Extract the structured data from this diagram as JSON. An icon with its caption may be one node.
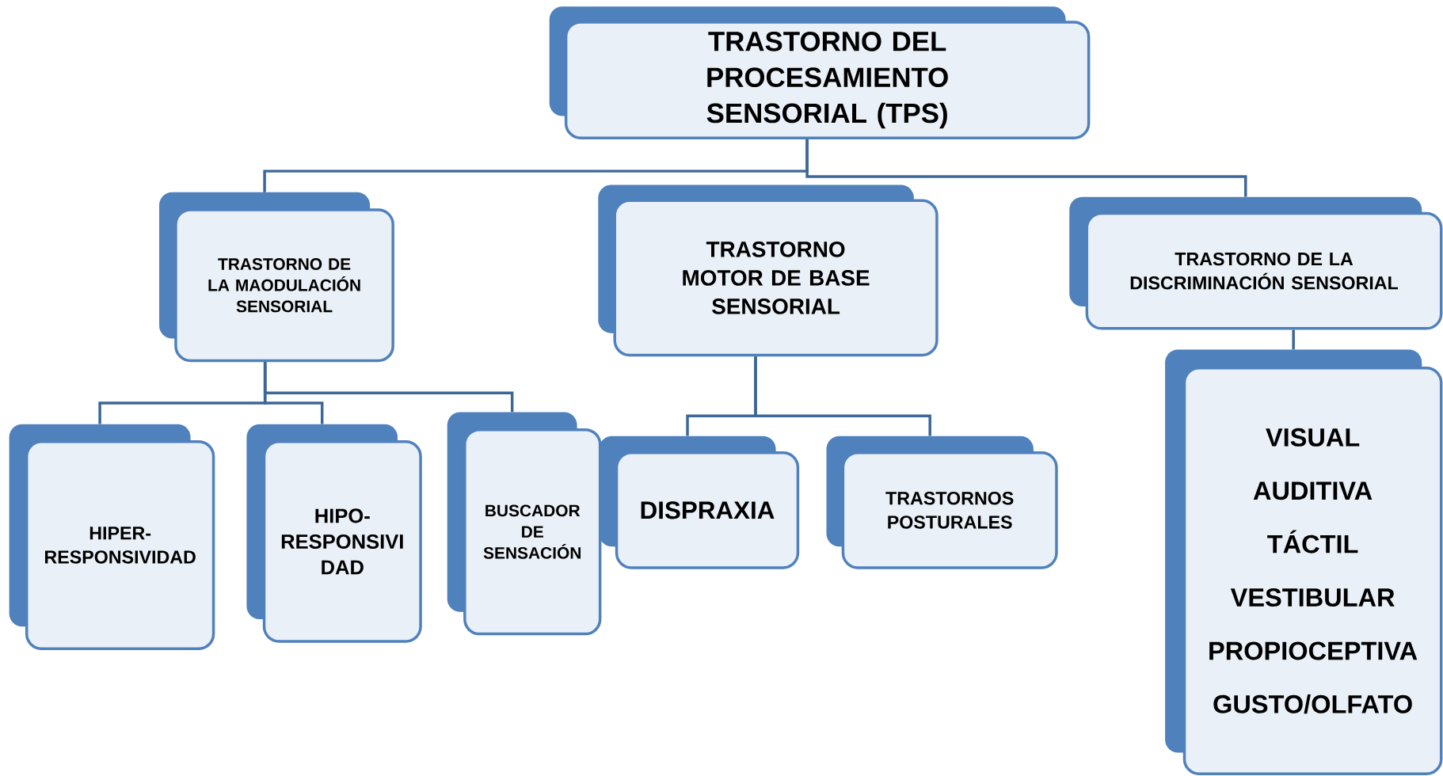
{
  "diagram": {
    "nodes": [
      {
        "text": [
          "TRASTORNO DEL PROCESAMIENTO SENSORIAL (TPS)"
        ]
      },
      {
        "text": [
          "TRASTORNO DE LA MAODULACIÓN SENSORIAL"
        ]
      },
      {
        "text": [
          "TRASTORNO MOTOR DE BASE SENSORIAL"
        ]
      },
      {
        "text": [
          "TRASTORNO DE LA DISCRIMINACIÓN SENSORIAL"
        ]
      },
      {
        "text": [
          "HIPER- RESPONSIVIDAD"
        ]
      },
      {
        "text": [
          "HIPO- RESPONSIVI DAD"
        ]
      },
      {
        "text": [
          "BUSCADOR DE SENSACIÓN"
        ]
      },
      {
        "text": [
          "DISPRAXIA"
        ]
      },
      {
        "text": [
          "TRASTORNOS POSTURALES"
        ]
      },
      {
        "text": [
          "VISUAL",
          "AUDITIVA",
          "TÁCTIL",
          "VESTIBULAR",
          "PROPIOCEPTIVA",
          "GUSTO/OLFATO"
        ]
      }
    ],
    "edges": [
      {
        "from": 0,
        "to": 1,
        "arrow": "none"
      },
      {
        "from": 0,
        "to": 3,
        "arrow": "none"
      },
      {
        "from": 1,
        "to": 4,
        "arrow": "none"
      },
      {
        "from": 1,
        "to": 5,
        "arrow": "none"
      },
      {
        "from": 1,
        "to": 6,
        "arrow": "none"
      },
      {
        "from": 2,
        "to": 7,
        "arrow": "none"
      },
      {
        "from": 2,
        "to": 8,
        "arrow": "none"
      },
      {
        "from": 3,
        "to": 9,
        "arrow": "none"
      }
    ]
  }
}
